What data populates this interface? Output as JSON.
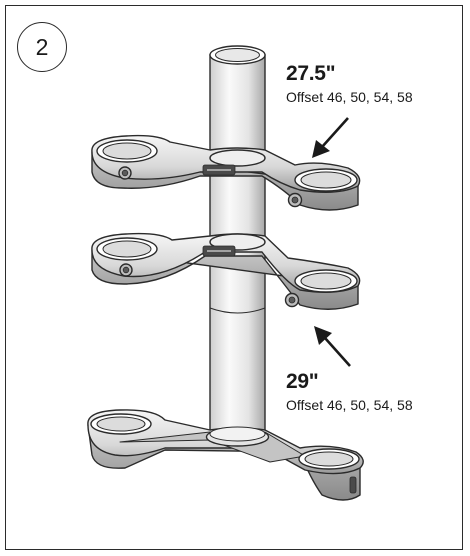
{
  "step": {
    "number": "2"
  },
  "callouts": [
    {
      "size": "27.5\"",
      "offset": "Offset 46, 50, 54, 58"
    },
    {
      "size": "29\"",
      "offset": "Offset 46, 50, 54, 58"
    }
  ],
  "colors": {
    "outline": "#2b2b2b",
    "metal_light": "#f4f4f4",
    "metal_mid": "#d2d2d2",
    "metal_dark": "#8e8e8e"
  },
  "icons": [
    "up-arrow-icon",
    "down-arrow-icon"
  ]
}
